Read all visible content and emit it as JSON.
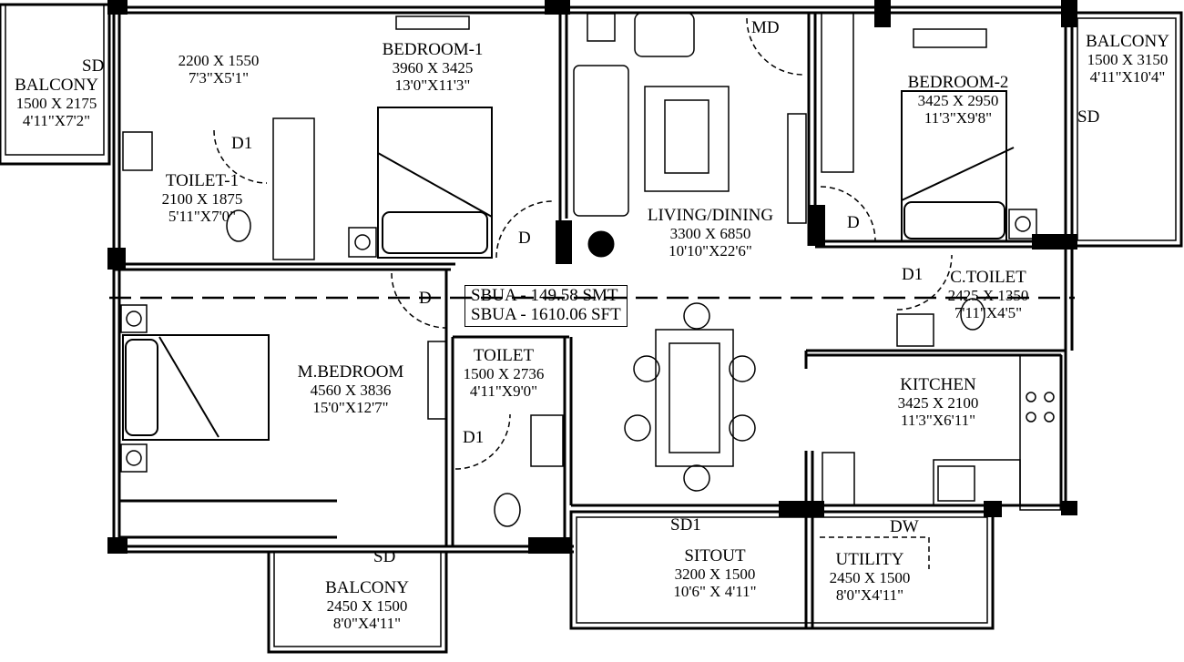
{
  "plan": {
    "sbua": [
      "SBUA - 149.58 SMT",
      "SBUA - 1610.06 SFT"
    ],
    "rooms": {
      "balcony_left": {
        "name": "BALCONY",
        "mm": "1500 X 2175",
        "ft": "4'11\"X7'2\""
      },
      "passage": {
        "mm": "2200 X 1550",
        "ft": "7'3\"X5'1\""
      },
      "bedroom1": {
        "name": "BEDROOM-1",
        "mm": "3960 X 3425",
        "ft": "13'0\"X11'3\""
      },
      "toilet1": {
        "name": "TOILET-1",
        "mm": "2100 X 1875",
        "ft": "5'11\"X7'0\""
      },
      "living": {
        "name": "LIVING/DINING",
        "mm": "3300 X 6850",
        "ft": "10'10\"X22'6\""
      },
      "bedroom2": {
        "name": "BEDROOM-2",
        "mm": "3425 X 2950",
        "ft": "11'3\"X9'8\""
      },
      "balcony_right": {
        "name": "BALCONY",
        "mm": "1500 X 3150",
        "ft": "4'11\"X10'4\""
      },
      "ctoilet": {
        "name": "C.TOILET",
        "mm": "2425 X 1350",
        "ft": "7'11\"X4'5\""
      },
      "mbedroom": {
        "name": "M.BEDROOM",
        "mm": "4560 X 3836",
        "ft": "15'0\"X12'7\""
      },
      "toilet": {
        "name": "TOILET",
        "mm": "1500 X 2736",
        "ft": "4'11\"X9'0\""
      },
      "kitchen": {
        "name": "KITCHEN",
        "mm": "3425 X 2100",
        "ft": "11'3\"X6'11\""
      },
      "sitout": {
        "name": "SITOUT",
        "mm": "3200 X 1500",
        "ft": "10'6\" X 4'11\""
      },
      "utility": {
        "name": "UTILITY",
        "mm": "2450 X 1500",
        "ft": "8'0\"X4'11\""
      },
      "balcony_bottom": {
        "name": "BALCONY",
        "mm": "2450 X 1500",
        "ft": "8'0\"X4'11\""
      }
    },
    "tags": {
      "sd_left": "SD",
      "sd_right": "SD",
      "sd_bottom": "SD",
      "sd1": "SD1",
      "md": "MD",
      "dw": "DW",
      "d1_toilet1": "D1",
      "d_bed1": "D",
      "d_bed2": "D",
      "d1_ctoilet": "D1",
      "d_mbed": "D",
      "d1_toilet": "D1"
    }
  }
}
